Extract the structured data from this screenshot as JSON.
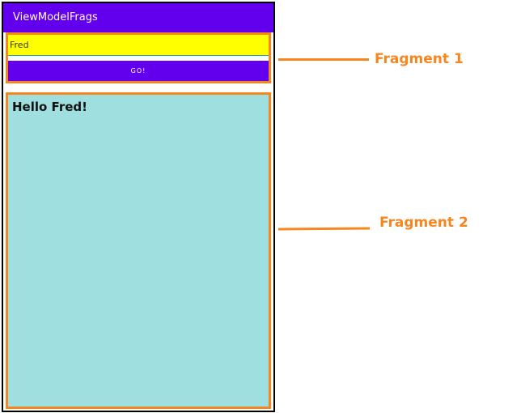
{
  "app": {
    "title": "ViewModelFrags"
  },
  "fragment1": {
    "input_value": "Fred",
    "input_placeholder": "",
    "go_label": "GO!"
  },
  "fragment2": {
    "greeting": "Hello Fred!"
  },
  "annotations": {
    "fragment1_label": "Fragment 1",
    "fragment2_label": "Fragment 2"
  },
  "colors": {
    "app_bar": "#6200ee",
    "input_background": "#ffff00",
    "fragment2_background": "#9fdfdf",
    "annotation_orange": "#f7861f"
  }
}
